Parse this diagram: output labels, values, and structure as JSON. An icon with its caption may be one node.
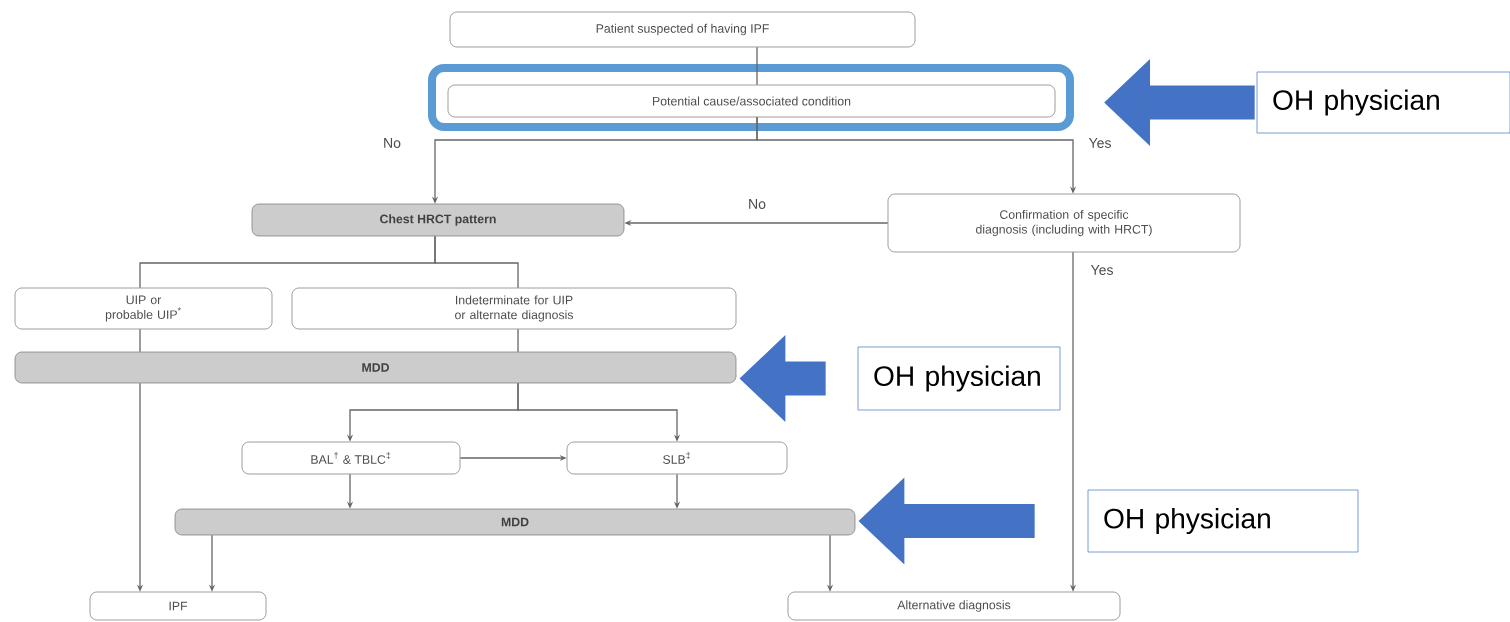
{
  "diagram": {
    "nodes": [
      {
        "text": [
          "Patient suspected of having IPF"
        ]
      },
      {
        "text": [],
        "shape": "box"
      },
      {
        "text": [
          "Potential cause/associated condition"
        ],
        "in": 1
      },
      {
        "text": [
          "Chest HRCT pattern"
        ]
      },
      {
        "text": [
          "Confirmation of specific diagnosis (including with HRCT)"
        ]
      },
      {
        "text": [
          "UIP or probable UIP$^{*}$"
        ]
      },
      {
        "text": [
          "Indeterminate for UIP or alternate diagnosis"
        ]
      },
      {
        "text": [
          "MDD"
        ]
      },
      {
        "text": [
          "BAL$^{†}$ & TBLC$^{‡}$"
        ]
      },
      {
        "text": [
          "SLB$^{‡}$"
        ]
      },
      {
        "text": [
          "MDD"
        ]
      },
      {
        "text": [
          "IPF"
        ]
      },
      {
        "text": [
          "Alternative diagnosis"
        ]
      },
      {
        "text": [
          "OH physician"
        ]
      },
      {
        "text": [
          "OH physician"
        ]
      },
      {
        "text": [
          "OH physician"
        ]
      }
    ],
    "edges": [
      {
        "from": 0,
        "to": 2,
        "arrow": "none"
      },
      {
        "from": 2,
        "to": 3,
        "arrow": "to",
        "label": "No"
      },
      {
        "from": 2,
        "to": 4,
        "arrow": "to",
        "label": "Yes"
      },
      {
        "from": 4,
        "to": 3,
        "arrow": "to",
        "label": "No"
      },
      {
        "from": 3,
        "to": 5,
        "arrow": "none"
      },
      {
        "from": 3,
        "to": 6,
        "arrow": "none"
      },
      {
        "from": 5,
        "to": 7,
        "arrow": "none"
      },
      {
        "from": 6,
        "to": 7,
        "arrow": "none"
      },
      {
        "from": 7,
        "to": 8,
        "arrow": "to"
      },
      {
        "from": 7,
        "to": 9,
        "arrow": "to"
      },
      {
        "from": 8,
        "to": 9,
        "arrow": "to"
      },
      {
        "from": 8,
        "to": 10,
        "arrow": "to"
      },
      {
        "from": 9,
        "to": 10,
        "arrow": "to"
      },
      {
        "from": 7,
        "to": 11,
        "arrow": "to"
      },
      {
        "from": 10,
        "to": 11,
        "arrow": "to"
      },
      {
        "from": 10,
        "to": 12,
        "arrow": "to"
      },
      {
        "from": 4,
        "to": 12,
        "arrow": "to",
        "label": "Yes"
      },
      {
        "from": 13,
        "to": 1,
        "arrow": "to",
        "style": "thick",
        "color": "#4472c4"
      },
      {
        "from": 14,
        "to": 7,
        "arrow": "to",
        "style": "thick",
        "color": "#4472c4"
      },
      {
        "from": 15,
        "to": 10,
        "arrow": "to",
        "style": "thick",
        "color": "#4472c4"
      }
    ]
  }
}
